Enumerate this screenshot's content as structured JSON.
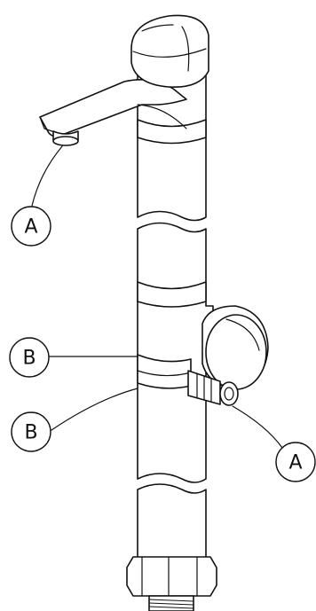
{
  "callouts": [
    {
      "label": "A"
    },
    {
      "label": "B"
    },
    {
      "label": "B"
    },
    {
      "label": "A"
    }
  ]
}
